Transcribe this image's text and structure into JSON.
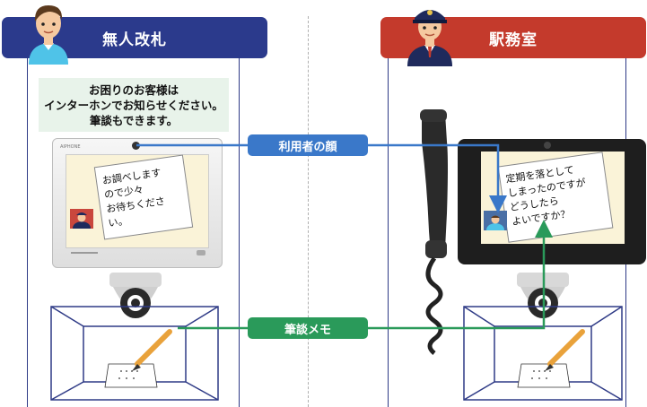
{
  "left_panel": {
    "title": "無人改札",
    "notice": "お困りのお客様は\nインターホンでお知らせください。\n筆談もできます。",
    "screen_note": "お調べします\nので少々\nお待ちください。",
    "device_brand": "AIPHONE"
  },
  "right_panel": {
    "title": "駅務室",
    "screen_note": "定期を落として\nしまったのですが\nどうしたら\nよいですか？"
  },
  "labels": {
    "user_face": "利用者の顔",
    "writing_memo": "筆談メモ"
  },
  "colors": {
    "left_header": "#2b3a8c",
    "right_header": "#c43a2c",
    "face_arrow": "#3a78c9",
    "memo_arrow": "#2a9a5a",
    "notice_bg": "#e8f3ea"
  }
}
